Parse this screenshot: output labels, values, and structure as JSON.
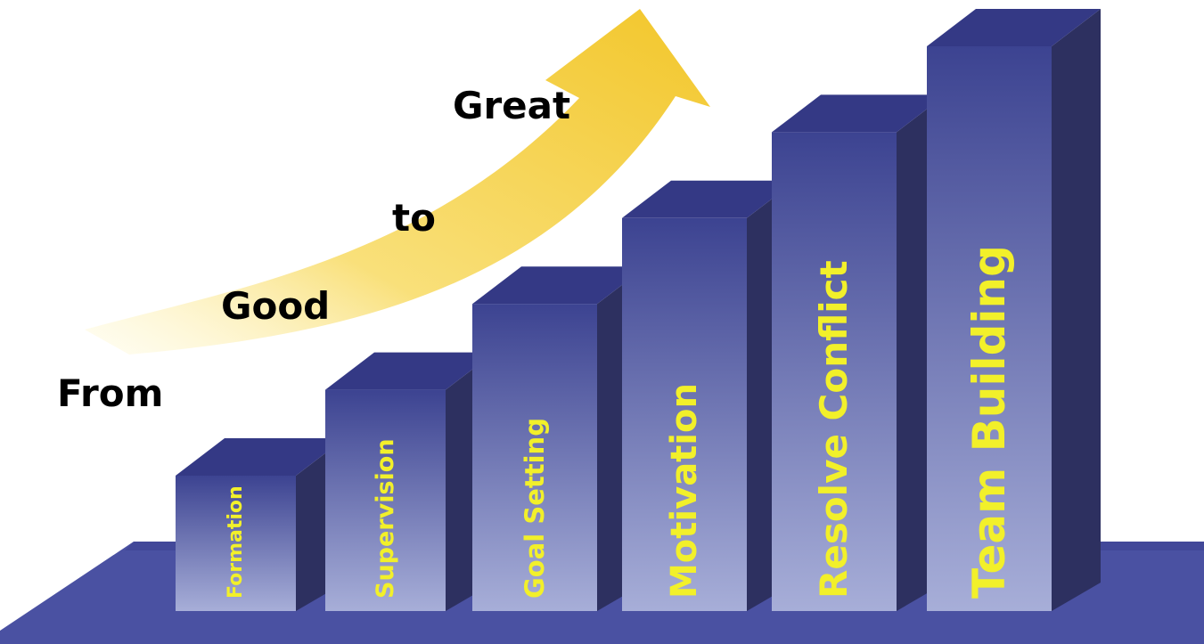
{
  "headline_words": [
    "From",
    "Good",
    "to",
    "Great"
  ],
  "steps": [
    {
      "label": "Formation",
      "level": 1
    },
    {
      "label": "Supervision",
      "level": 2
    },
    {
      "label": "Goal Setting",
      "level": 3
    },
    {
      "label": "Motivation",
      "level": 4
    },
    {
      "label": "Resolve Conflict",
      "level": 5
    },
    {
      "label": "Team Building",
      "level": 6
    }
  ],
  "colors": {
    "bar_front_top": "#3c4391",
    "bar_front_bottom": "#a7aed8",
    "bar_side": "#2d3060",
    "bar_top": "#343985",
    "floor": "#4a51a2",
    "label": "#f2f02a",
    "arrow": "#f2cc2a",
    "word": "#000000"
  }
}
